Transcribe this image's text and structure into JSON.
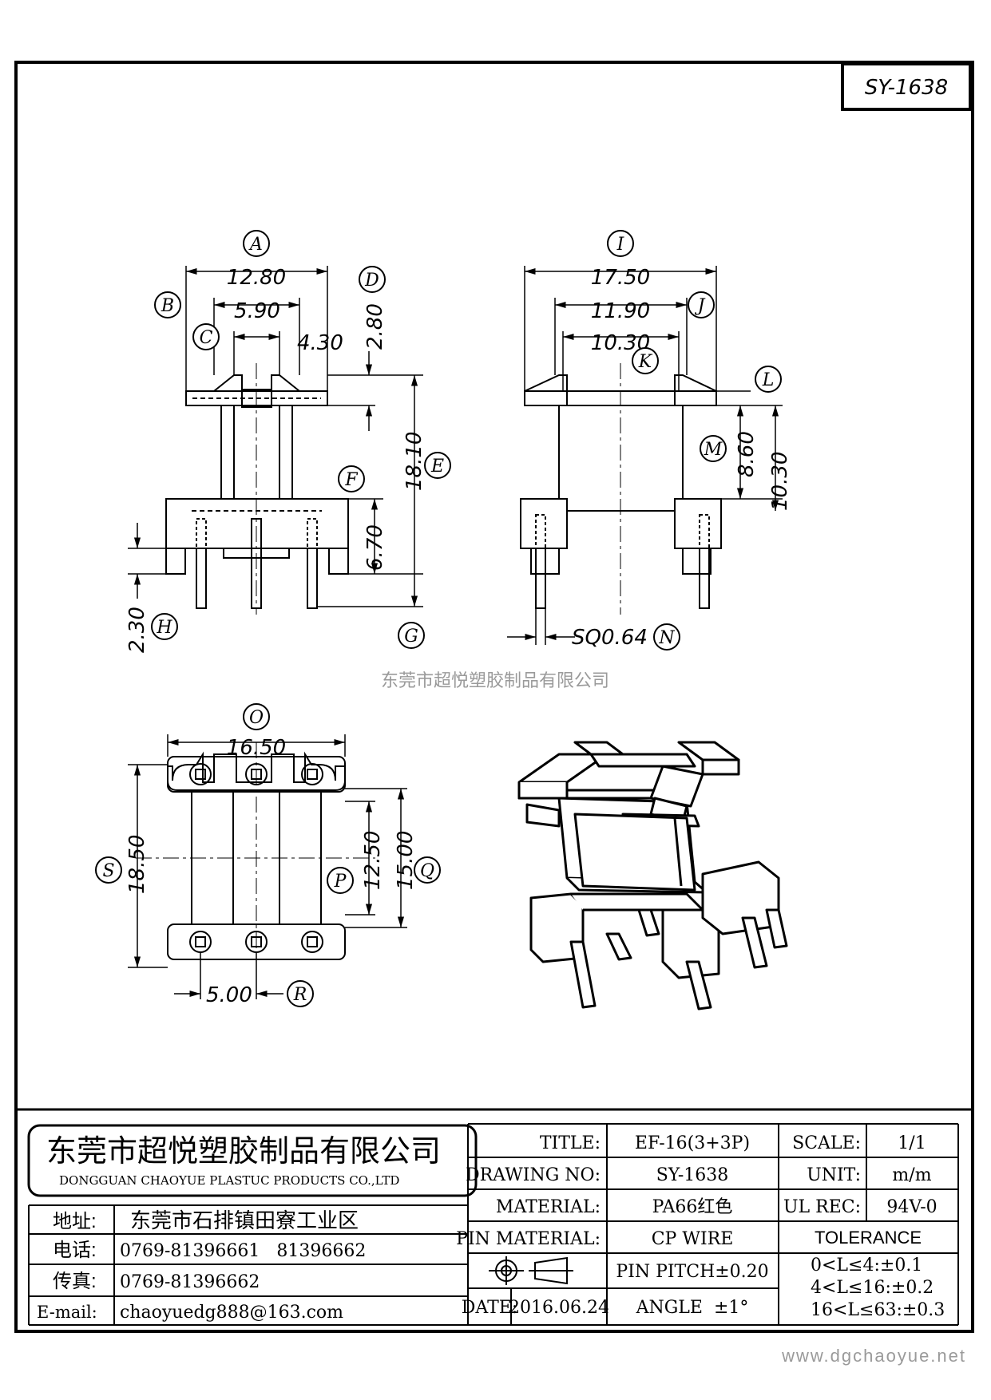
{
  "drawing_id": "SY-1638",
  "watermark": "东莞市超悦塑胶制品有限公司",
  "footer_url": "www.dgchaoyue.net",
  "dimensions": {
    "A": "12.80",
    "B": "5.90",
    "C": "4.30",
    "D": "2.80",
    "E": "18.10",
    "F": "6.70",
    "H": "2.30",
    "I": "17.50",
    "J": "11.90",
    "K": "10.30",
    "L": "10.30",
    "M": "8.60",
    "N": "SQ0.64",
    "O": "16.50",
    "P": "12.50",
    "Q": "15.00",
    "R": "5.00",
    "S": "18.50"
  },
  "markers": [
    "A",
    "B",
    "C",
    "D",
    "E",
    "F",
    "G",
    "H",
    "I",
    "J",
    "K",
    "L",
    "M",
    "N",
    "O",
    "P",
    "Q",
    "R",
    "S"
  ],
  "company": {
    "name_cn": "东莞市超悦塑胶制品有限公司",
    "name_en": "DONGGUAN CHAOYUE PLASTUC PRODUCTS CO.,LTD",
    "address_label": "地址:",
    "address": "东莞市石排镇田寮工业区",
    "phone_label": "电话:",
    "phone": "0769-81396661   81396662",
    "fax_label": "传真:",
    "fax": "0769-81396662",
    "email_label": "E-mail:",
    "email": "chaoyuedg888@163.com"
  },
  "title_block": {
    "title_label": "TITLE:",
    "title": "EF-16(3+3P)",
    "scale_label": "SCALE:",
    "scale": "1/1",
    "drawing_no_label": "DRAWING NO:",
    "drawing_no": "SY-1638",
    "unit_label": "UNIT:",
    "unit": "m/m",
    "material_label": "MATERIAL:",
    "material": "PA66红色",
    "ul_label": "UL REC:",
    "ul": "94V-0",
    "pin_material_label": "PIN MATERIAL:",
    "pin_material": "CP WIRE",
    "tolerance_label": "TOLERANCE",
    "pin_pitch": "PIN PITCH±0.20",
    "angle": "ANGLE  ±1°",
    "tol1": "0<L≤4:±0.1",
    "tol2": "4<L≤16:±0.2",
    "tol3": "16<L≤63:±0.3",
    "date_label": "DATE:",
    "date": "2016.06.24"
  }
}
